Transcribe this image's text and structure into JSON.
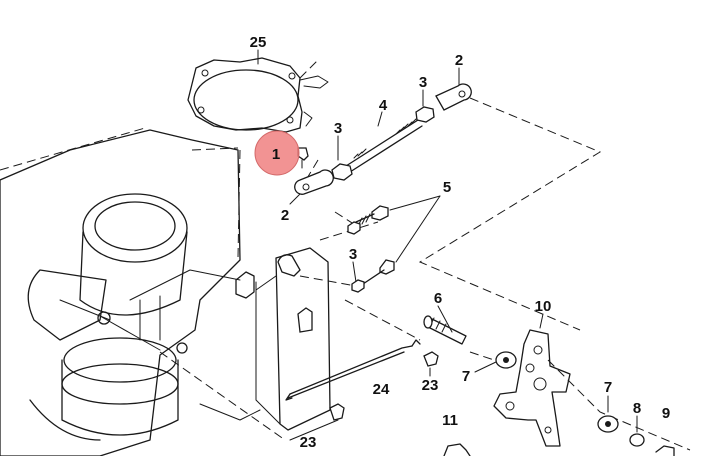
{
  "callouts": [
    {
      "key": "c25",
      "text": "25"
    },
    {
      "key": "c2a",
      "text": "2"
    },
    {
      "key": "c3a",
      "text": "3"
    },
    {
      "key": "c4",
      "text": "4"
    },
    {
      "key": "c3b",
      "text": "3"
    },
    {
      "key": "c1",
      "text": "1"
    },
    {
      "key": "c2b",
      "text": "2"
    },
    {
      "key": "c5",
      "text": "5"
    },
    {
      "key": "c3c",
      "text": "3"
    },
    {
      "key": "c6",
      "text": "6"
    },
    {
      "key": "c10",
      "text": "10"
    },
    {
      "key": "c7a",
      "text": "7"
    },
    {
      "key": "c24",
      "text": "24"
    },
    {
      "key": "c23a",
      "text": "23"
    },
    {
      "key": "c7b",
      "text": "7"
    },
    {
      "key": "c8",
      "text": "8"
    },
    {
      "key": "c9",
      "text": "9"
    },
    {
      "key": "c11",
      "text": "11"
    },
    {
      "key": "c23b",
      "text": "23"
    }
  ],
  "highlight": {
    "callout": "1",
    "color": "#f08080"
  }
}
